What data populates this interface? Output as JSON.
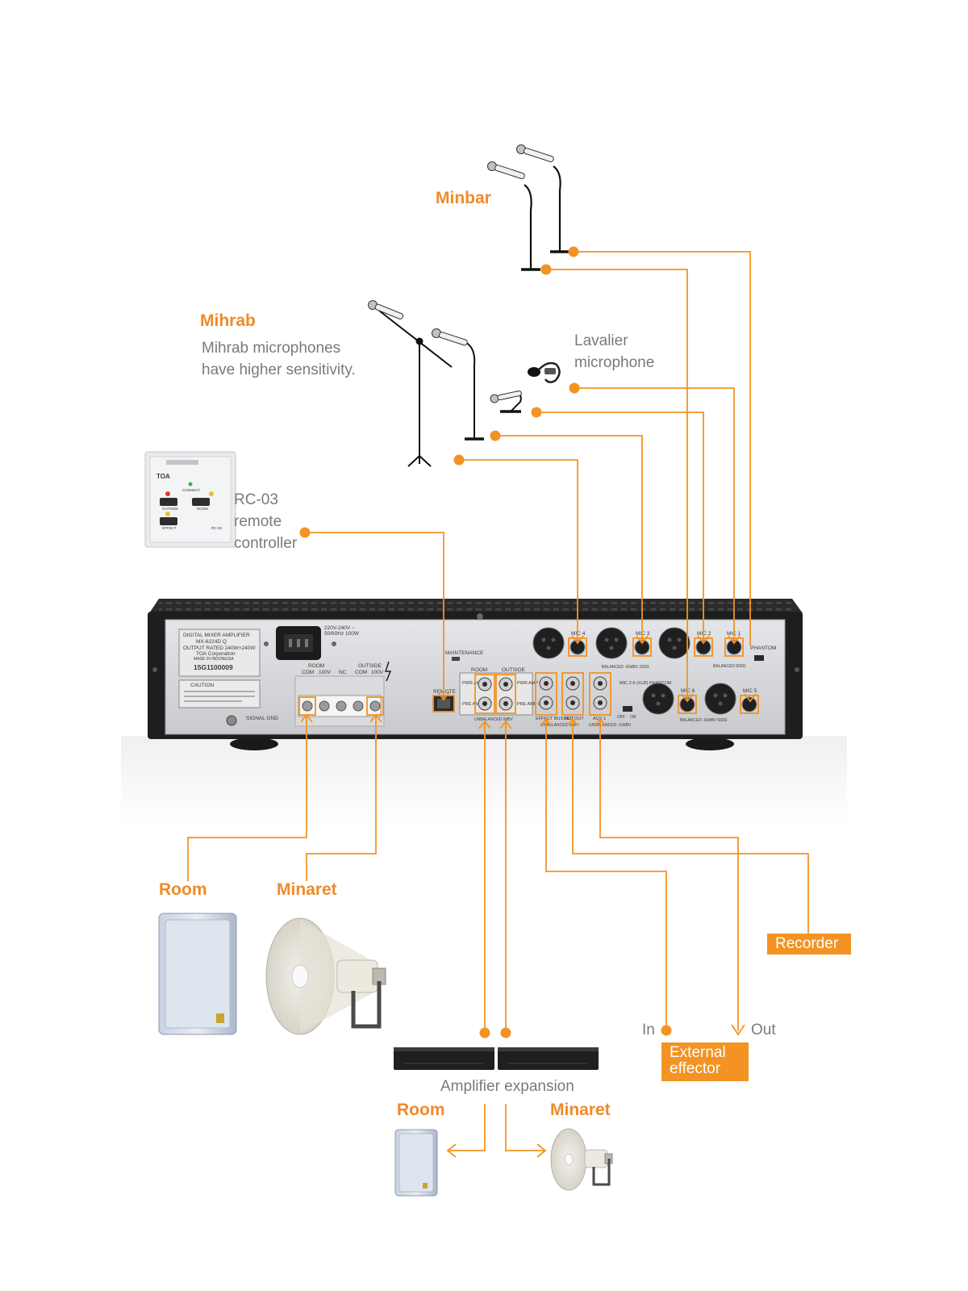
{
  "labels": {
    "minbar": "Minbar",
    "mihrab": "Mihrab",
    "mihrab_note_1": "Mihrab microphones",
    "mihrab_note_2": "have higher sensitivity.",
    "lavalier_1": "Lavalier",
    "lavalier_2": "microphone",
    "rc03_1": "RC-03",
    "rc03_2": "remote",
    "rc03_3": "controller",
    "room": "Room",
    "minaret": "Minaret",
    "recorder": "Recorder",
    "in": "In",
    "out": "Out",
    "external_effector_1": "External",
    "external_effector_2": "effector",
    "amp_expansion": "Amplifier expansion",
    "room_2": "Room",
    "minaret_2": "Minaret"
  },
  "remote_panel": {
    "brand": "TOA",
    "connect": "CONNECT",
    "outside": "OUTSIDE",
    "room": "ROOM",
    "effect": "EFFECT",
    "model": "RC-03"
  },
  "amp_panel": {
    "plate_1": "DIGITAL MIXER AMPLIFIER",
    "plate_2": "MX-6224D Q",
    "plate_3": "OUTPUT RATED  240W×240W",
    "plate_4": "TOA Corporation",
    "plate_5": "MADE IN INDONESIA",
    "serial": "15G1100009",
    "caution": "CAUTION",
    "power": "220V-240V ~",
    "power_2": "50/60Hz 100W",
    "maintenance": "MAINTENANCE",
    "room": "ROOM",
    "outside": "OUTSIDE",
    "com": "COM",
    "v100": "100V",
    "nc": "NC",
    "remote": "REMOTE",
    "pwr_amp_in": "PWR AMP IN",
    "pre_amp_out": "PRE AMP OUT",
    "unbal_0db": "UNBALANCED 0dBV",
    "effect_bus_out": "EFFECT BUS OUT",
    "rec_out": "REC OUT",
    "aux1": "AUX 1",
    "unbal_0db_2": "UNBALANCED 0dBV",
    "unbal_10db": "UNBALANCED -10dBV",
    "mic1": "MIC 1",
    "mic2": "MIC 2",
    "mic3": "MIC 3",
    "mic4": "MIC 4",
    "mic5": "MIC 5",
    "mic6": "MIC 6",
    "phantom": "PHANTOM",
    "mic26": "MIC 2-6 (XLR) PHANTOM",
    "off": "OFF",
    "on": "ON",
    "balanced_top": "BALANCED -60dBV 200Ω",
    "balanced_mic1": "BALANCED 600Ω",
    "balanced_bottom": "BALANCED -60dBV 600Ω",
    "signal_gnd": "SIGNAL GND"
  },
  "colors": {
    "accent": "#f39323",
    "label_orange": "#ef8a2a",
    "text_gray": "#7a7a7a",
    "chassis": "#1e1e1e",
    "panel": "#d6d7da"
  }
}
